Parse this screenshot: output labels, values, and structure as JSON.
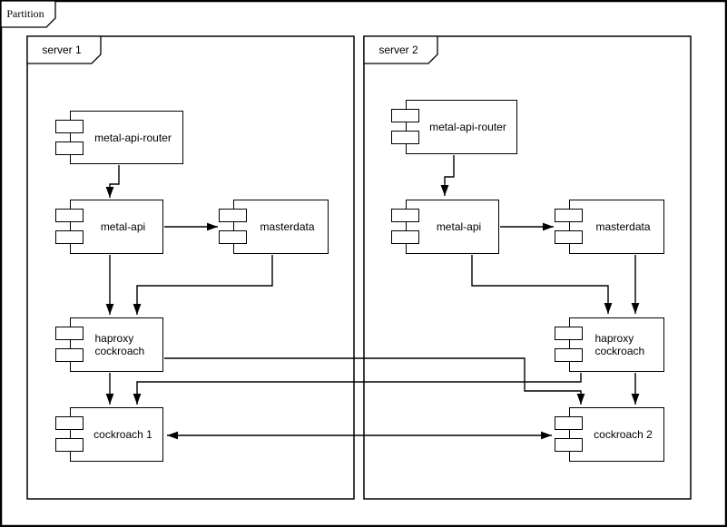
{
  "partition": {
    "label": "Partition"
  },
  "servers": [
    {
      "label": "server 1",
      "components": [
        {
          "label": "metal-api-router"
        },
        {
          "label": "metal-api"
        },
        {
          "label": "masterdata"
        },
        {
          "label": "haproxy cockroach"
        },
        {
          "label": "cockroach 1"
        }
      ]
    },
    {
      "label": "server 2",
      "components": [
        {
          "label": "metal-api-router"
        },
        {
          "label": "metal-api"
        },
        {
          "label": "masterdata"
        },
        {
          "label": "haproxy cockroach"
        },
        {
          "label": "cockroach 2"
        }
      ]
    }
  ],
  "connections": [
    {
      "from": "server 1 / metal-api-router",
      "to": "server 1 / metal-api",
      "direction": "one-way"
    },
    {
      "from": "server 1 / metal-api",
      "to": "server 1 / masterdata",
      "direction": "one-way"
    },
    {
      "from": "server 1 / metal-api",
      "to": "server 1 / haproxy cockroach",
      "direction": "one-way"
    },
    {
      "from": "server 1 / masterdata",
      "to": "server 1 / haproxy cockroach",
      "direction": "one-way"
    },
    {
      "from": "server 1 / haproxy cockroach",
      "to": "server 1 / cockroach 1",
      "direction": "one-way"
    },
    {
      "from": "server 1 / haproxy cockroach",
      "to": "server 2 / cockroach 2",
      "direction": "one-way"
    },
    {
      "from": "server 2 / haproxy cockroach",
      "to": "server 1 / cockroach 1",
      "direction": "one-way"
    },
    {
      "from": "server 1 / cockroach 1",
      "to": "server 2 / cockroach 2",
      "direction": "two-way"
    },
    {
      "from": "server 2 / metal-api-router",
      "to": "server 2 / metal-api",
      "direction": "one-way"
    },
    {
      "from": "server 2 / metal-api",
      "to": "server 2 / masterdata",
      "direction": "one-way"
    },
    {
      "from": "server 2 / metal-api",
      "to": "server 2 / haproxy cockroach",
      "direction": "one-way"
    },
    {
      "from": "server 2 / masterdata",
      "to": "server 2 / haproxy cockroach",
      "direction": "one-way"
    },
    {
      "from": "server 2 / haproxy cockroach",
      "to": "server 2 / cockroach 2",
      "direction": "one-way"
    }
  ],
  "colors": {
    "stroke": "#000000",
    "background": "#ffffff"
  }
}
